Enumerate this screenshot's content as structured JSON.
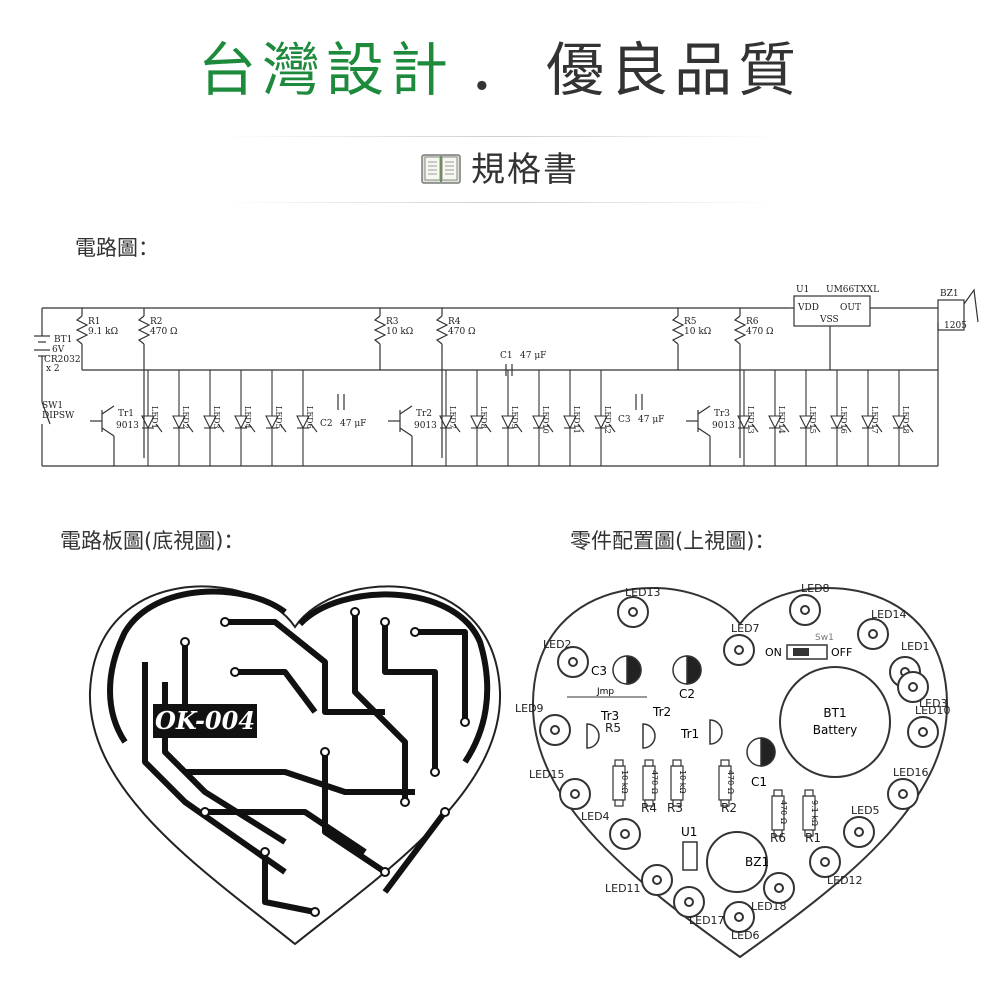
{
  "header": {
    "title_green": "台灣設計",
    "title_sep": "．",
    "title_dark": "優良品質",
    "spec_label": "規格書"
  },
  "sections": {
    "circuit": "電路圖：",
    "pcb": "電路板圖(底視圖)：",
    "layout": "零件配置圖(上視圖)："
  },
  "schematic": {
    "battery": [
      "BT1",
      "6V",
      "CR2032",
      "x 2"
    ],
    "switch": [
      "SW1",
      "DIPSW"
    ],
    "resistors": [
      {
        "ref": "R1",
        "val": "9.1 kΩ"
      },
      {
        "ref": "R2",
        "val": "470 Ω"
      },
      {
        "ref": "R3",
        "val": "10 kΩ"
      },
      {
        "ref": "R4",
        "val": "470 Ω"
      },
      {
        "ref": "R5",
        "val": "10 kΩ"
      },
      {
        "ref": "R6",
        "val": "470 Ω"
      }
    ],
    "transistors": [
      {
        "ref": "Tr1",
        "val": "9013"
      },
      {
        "ref": "Tr2",
        "val": "9013"
      },
      {
        "ref": "Tr3",
        "val": "9013"
      }
    ],
    "capacitors": [
      {
        "ref": "C1",
        "val": "47 μF"
      },
      {
        "ref": "C2",
        "val": "47 μF"
      },
      {
        "ref": "C3",
        "val": "47 μF"
      }
    ],
    "ic": {
      "ref": "U1",
      "part": "UM66TXXL",
      "vdd": "VDD",
      "out": "OUT",
      "vss": "VSS"
    },
    "buzzer": {
      "ref": "BZ1",
      "val": "1205"
    },
    "led_prefix": "LED"
  },
  "pcb": {
    "code": "OK-004"
  },
  "layout": {
    "leds": [
      "LED13",
      "LED8",
      "LED2",
      "LED7",
      "LED14",
      "LED1",
      "LED3",
      "LED9",
      "LED10",
      "LED15",
      "LED16",
      "LED4",
      "LED5",
      "LED11",
      "LED17",
      "LED6",
      "LED18",
      "LED12"
    ],
    "switch_on": "ON",
    "switch_off": "OFF",
    "switch_label": "Sw1",
    "battery": [
      "BT1",
      "Battery"
    ],
    "caps": [
      "C3",
      "C2",
      "C1"
    ],
    "transistors": [
      "Tr3",
      "Tr2",
      "Tr1"
    ],
    "resistor_refs": [
      "R5",
      "R4",
      "R3",
      "R2",
      "R6",
      "R1"
    ],
    "resistor_vals": [
      "10 kΩ",
      "470 Ω",
      "10 kΩ",
      "470 Ω",
      "470 Ω",
      "9.1 kΩ"
    ],
    "jmp": "Jmp",
    "ic": "U1",
    "buzzer": "BZ1"
  }
}
